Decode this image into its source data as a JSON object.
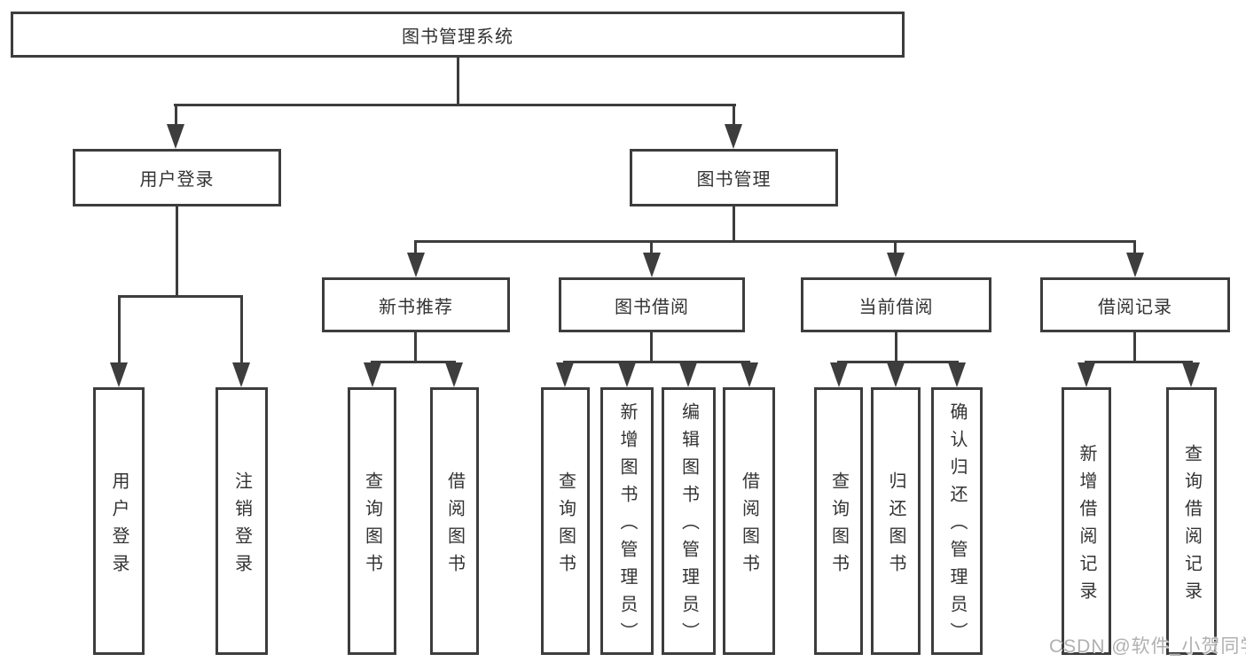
{
  "colors": {
    "line": "#3d3d3d",
    "text": "#333333",
    "watermark": "#b0b0b0",
    "background": "#ffffff"
  },
  "tree": {
    "root": "图书管理系统",
    "branches": [
      {
        "label": "用户登录",
        "children": [
          {
            "label": "用户登录"
          },
          {
            "label": "注销登录"
          }
        ]
      },
      {
        "label": "图书管理",
        "groups": [
          {
            "label": "新书推荐",
            "children": [
              {
                "label": "查询图书"
              },
              {
                "label": "借阅图书"
              }
            ]
          },
          {
            "label": "图书借阅",
            "children": [
              {
                "label": "查询图书"
              },
              {
                "label": "新增图书（管理员）"
              },
              {
                "label": "编辑图书（管理员）"
              },
              {
                "label": "借阅图书"
              }
            ]
          },
          {
            "label": "当前借阅",
            "children": [
              {
                "label": "查询图书"
              },
              {
                "label": "归还图书"
              },
              {
                "label": "确认归还（管理员）"
              }
            ]
          },
          {
            "label": "借阅记录",
            "children": [
              {
                "label": "新增借阅记录"
              },
              {
                "label": "查询借阅记录"
              }
            ]
          }
        ]
      }
    ]
  },
  "watermark": "CSDN @软件_小贺同学"
}
